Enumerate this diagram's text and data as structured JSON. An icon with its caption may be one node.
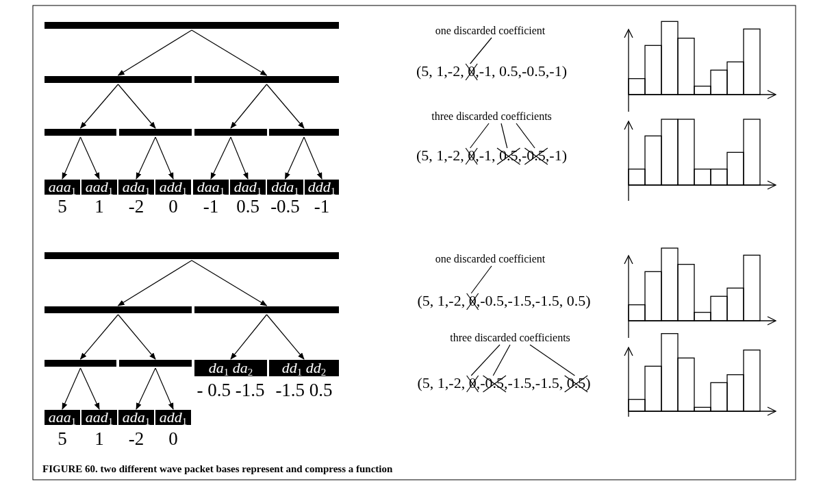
{
  "diagram": {
    "caption": "FIGURE 60. two different wave packet bases represent and compress a function",
    "nodes": [
      {
        "text": [],
        "shape": "bar"
      },
      {
        "text": [],
        "shape": "bar"
      },
      {
        "text": [],
        "shape": "bar"
      },
      {
        "text": [],
        "shape": "bar"
      },
      {
        "text": [],
        "shape": "bar"
      },
      {
        "text": [],
        "shape": "bar"
      },
      {
        "text": [],
        "shape": "bar"
      },
      {
        "text": [
          "aaa$_{1}$"
        ],
        "beside": [
          "5"
        ]
      },
      {
        "text": [
          "aad$_{1}$"
        ],
        "beside": [
          "1"
        ]
      },
      {
        "text": [
          "ada$_{1}$"
        ],
        "beside": [
          "-2"
        ]
      },
      {
        "text": [
          "add$_{1}$"
        ],
        "beside": [
          "0"
        ]
      },
      {
        "text": [
          "daa$_{1}$"
        ],
        "beside": [
          "-1"
        ]
      },
      {
        "text": [
          "dad$_{1}$"
        ],
        "beside": [
          "0.5"
        ]
      },
      {
        "text": [
          "dda$_{1}$"
        ],
        "beside": [
          "-0.5"
        ]
      },
      {
        "text": [
          "ddd$_{1}$"
        ],
        "beside": [
          "-1"
        ]
      },
      {
        "text": [],
        "shape": "bar"
      },
      {
        "text": [],
        "shape": "bar"
      },
      {
        "text": [],
        "shape": "bar"
      },
      {
        "text": [],
        "shape": "bar"
      },
      {
        "text": [],
        "shape": "bar"
      },
      {
        "text": [
          "da$_{1}$ da$_{2}$"
        ],
        "beside": [
          "- 0.5 -1.5"
        ]
      },
      {
        "text": [
          "dd$_{1}$ dd$_{2}$"
        ],
        "beside": [
          "-1.5 0.5"
        ]
      },
      {
        "text": [
          "aaa$_{1}$"
        ],
        "beside": [
          "5"
        ]
      },
      {
        "text": [
          "aad$_{1}$"
        ],
        "beside": [
          "1"
        ]
      },
      {
        "text": [
          "ada$_{1}$"
        ],
        "beside": [
          "-2"
        ]
      },
      {
        "text": [
          "add$_{1}$"
        ],
        "beside": [
          "0"
        ]
      },
      {
        "text": [
          "one discarded coefficient"
        ]
      },
      {
        "text": [
          "three discarded coefficients"
        ]
      },
      {
        "text": [
          "one discarded coefficient"
        ]
      },
      {
        "text": [
          "three discarded coefficients"
        ]
      },
      {
        "text": [],
        "shape": "cross"
      },
      {
        "text": [],
        "shape": "cross"
      },
      {
        "text": [],
        "shape": "cross"
      },
      {
        "text": [],
        "shape": "cross"
      },
      {
        "text": [],
        "shape": "cross"
      },
      {
        "text": [],
        "shape": "cross"
      },
      {
        "text": [],
        "shape": "cross"
      },
      {
        "text": [],
        "shape": "cross"
      }
    ],
    "edges": [
      {
        "from": 0,
        "to": 1,
        "arrow": "to"
      },
      {
        "from": 0,
        "to": 2,
        "arrow": "to"
      },
      {
        "from": 1,
        "to": 3,
        "arrow": "to"
      },
      {
        "from": 1,
        "to": 4,
        "arrow": "to"
      },
      {
        "from": 2,
        "to": 5,
        "arrow": "to"
      },
      {
        "from": 2,
        "to": 6,
        "arrow": "to"
      },
      {
        "from": 3,
        "to": 7,
        "arrow": "to"
      },
      {
        "from": 3,
        "to": 8,
        "arrow": "to"
      },
      {
        "from": 4,
        "to": 9,
        "arrow": "to"
      },
      {
        "from": 4,
        "to": 10,
        "arrow": "to"
      },
      {
        "from": 5,
        "to": 11,
        "arrow": "to"
      },
      {
        "from": 5,
        "to": 12,
        "arrow": "to"
      },
      {
        "from": 6,
        "to": 13,
        "arrow": "to"
      },
      {
        "from": 6,
        "to": 14,
        "arrow": "to"
      },
      {
        "from": 15,
        "to": 16,
        "arrow": "to"
      },
      {
        "from": 15,
        "to": 17,
        "arrow": "to"
      },
      {
        "from": 16,
        "to": 18,
        "arrow": "to"
      },
      {
        "from": 16,
        "to": 19,
        "arrow": "to"
      },
      {
        "from": 17,
        "to": 20,
        "arrow": "to"
      },
      {
        "from": 17,
        "to": 21,
        "arrow": "to"
      },
      {
        "from": 18,
        "to": 22,
        "arrow": "to"
      },
      {
        "from": 18,
        "to": 23,
        "arrow": "to"
      },
      {
        "from": 19,
        "to": 24,
        "arrow": "to"
      },
      {
        "from": 19,
        "to": 25,
        "arrow": "to"
      },
      {
        "from": 26,
        "to": 30,
        "arrow": "none"
      },
      {
        "from": 27,
        "to": 31,
        "arrow": "none"
      },
      {
        "from": 27,
        "to": 32,
        "arrow": "none"
      },
      {
        "from": 27,
        "to": 33,
        "arrow": "none"
      },
      {
        "from": 28,
        "to": 34,
        "arrow": "none"
      },
      {
        "from": 29,
        "to": 35,
        "arrow": "none"
      },
      {
        "from": 29,
        "to": 36,
        "arrow": "none"
      },
      {
        "from": 29,
        "to": 37,
        "arrow": "none"
      }
    ],
    "labels": [
      "(5, 1,-2, 0,-1, 0.5,-0.5,-1)",
      "(5, 1,-2, 0,-1, 0.5,-0.5,-1)",
      "(5, 1,-2, 0,-0.5,-1.5,-1.5, 0.5)",
      "(5, 1,-2, 0,-0.5,-1.5,-1.5, 0.5)"
    ]
  }
}
